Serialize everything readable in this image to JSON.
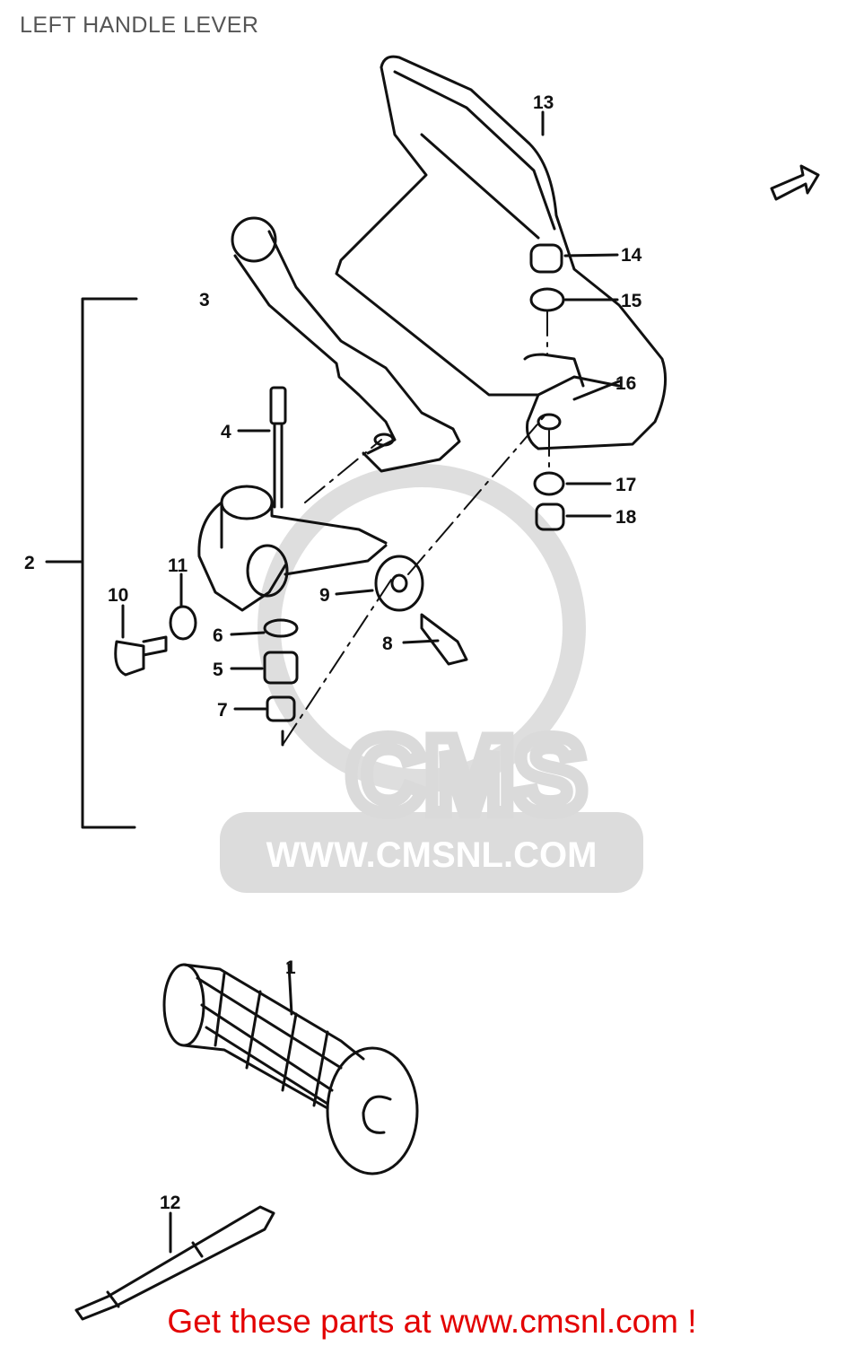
{
  "title": "LEFT HANDLE LEVER",
  "footer_link_text": "Get these parts at www.cmsnl.com !",
  "watermark": {
    "brand": "CMS",
    "url": "WWW.CMSNL.COM",
    "color": "#d9d9d9"
  },
  "callouts": [
    {
      "id": "1",
      "label": "1"
    },
    {
      "id": "2",
      "label": "2"
    },
    {
      "id": "3",
      "label": "3"
    },
    {
      "id": "4",
      "label": "4"
    },
    {
      "id": "5",
      "label": "5"
    },
    {
      "id": "6",
      "label": "6"
    },
    {
      "id": "7",
      "label": "7"
    },
    {
      "id": "8",
      "label": "8"
    },
    {
      "id": "9",
      "label": "9"
    },
    {
      "id": "10",
      "label": "10"
    },
    {
      "id": "11",
      "label": "11"
    },
    {
      "id": "12",
      "label": "12"
    },
    {
      "id": "13",
      "label": "13"
    },
    {
      "id": "14",
      "label": "14"
    },
    {
      "id": "15",
      "label": "15"
    },
    {
      "id": "16",
      "label": "16"
    },
    {
      "id": "17",
      "label": "17"
    },
    {
      "id": "18",
      "label": "18"
    }
  ],
  "colors": {
    "line": "#111111",
    "footer_text": "#e30000",
    "title_text": "#555555"
  }
}
